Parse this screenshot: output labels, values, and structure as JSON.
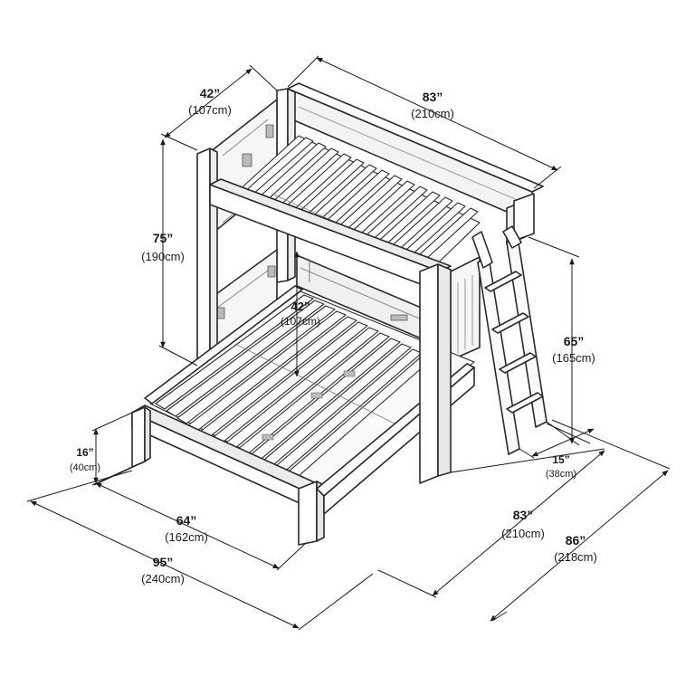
{
  "dimensions": {
    "top_depth": {
      "in": "42”",
      "cm": "(107cm)"
    },
    "top_length": {
      "in": "83”",
      "cm": "(210cm)"
    },
    "total_height": {
      "in": "75”",
      "cm": "(190cm)"
    },
    "under_clear": {
      "in": "42”",
      "cm": "(107cm)"
    },
    "ladder_height": {
      "in": "65”",
      "cm": "(165cm)"
    },
    "end_height": {
      "in": "16”",
      "cm": "(40cm)"
    },
    "ladder_depth": {
      "in": "15”",
      "cm": "(38cm)"
    },
    "lower_width": {
      "in": "64”",
      "cm": "(162cm)"
    },
    "lower_length": {
      "in": "83”",
      "cm": "(210cm)"
    },
    "total_depth": {
      "in": "86”",
      "cm": "(218cm)"
    },
    "total_length": {
      "in": "95”",
      "cm": "(240cm)"
    }
  }
}
